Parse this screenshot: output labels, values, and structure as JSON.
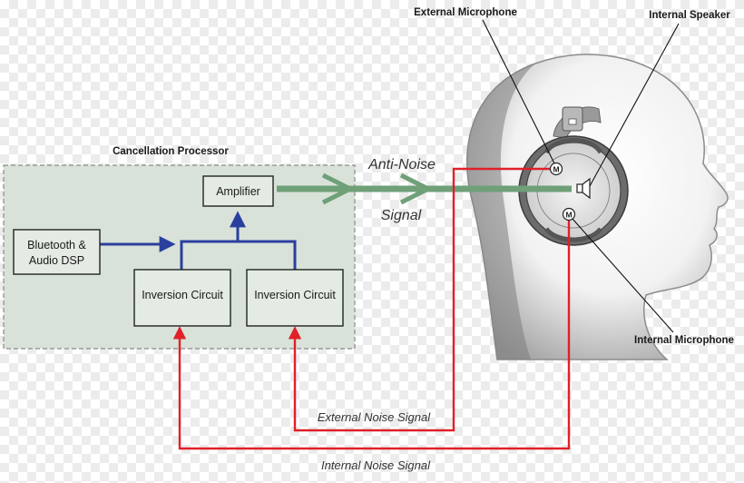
{
  "labels": {
    "processor_title": "Cancellation Processor",
    "amplifier": "Amplifier",
    "bluetooth_line1": "Bluetooth &",
    "bluetooth_line2": "Audio DSP",
    "inversion_left": "Inversion Circuit",
    "inversion_right": "Inversion Circuit",
    "anti_noise": "Anti-Noise",
    "signal": "Signal",
    "external_noise_signal": "External Noise Signal",
    "internal_noise_signal": "Internal Noise Signal",
    "external_microphone": "External Microphone",
    "internal_speaker": "Internal Speaker",
    "internal_microphone": "Internal Microphone",
    "mic_glyph": "M"
  },
  "colors": {
    "processor_fill": "#d9e2d8",
    "processor_border": "#8a8a8a",
    "blue_wire": "#2b3f9e",
    "red_wire": "#e0202a",
    "green_arrow": "#6fa078",
    "box_fill": "#e4ebe3",
    "head_fill": "#d8d8d8",
    "head_edge": "#9a9a9a"
  },
  "icons": {
    "speaker": "speaker-icon",
    "microphone": "microphone-icon"
  }
}
